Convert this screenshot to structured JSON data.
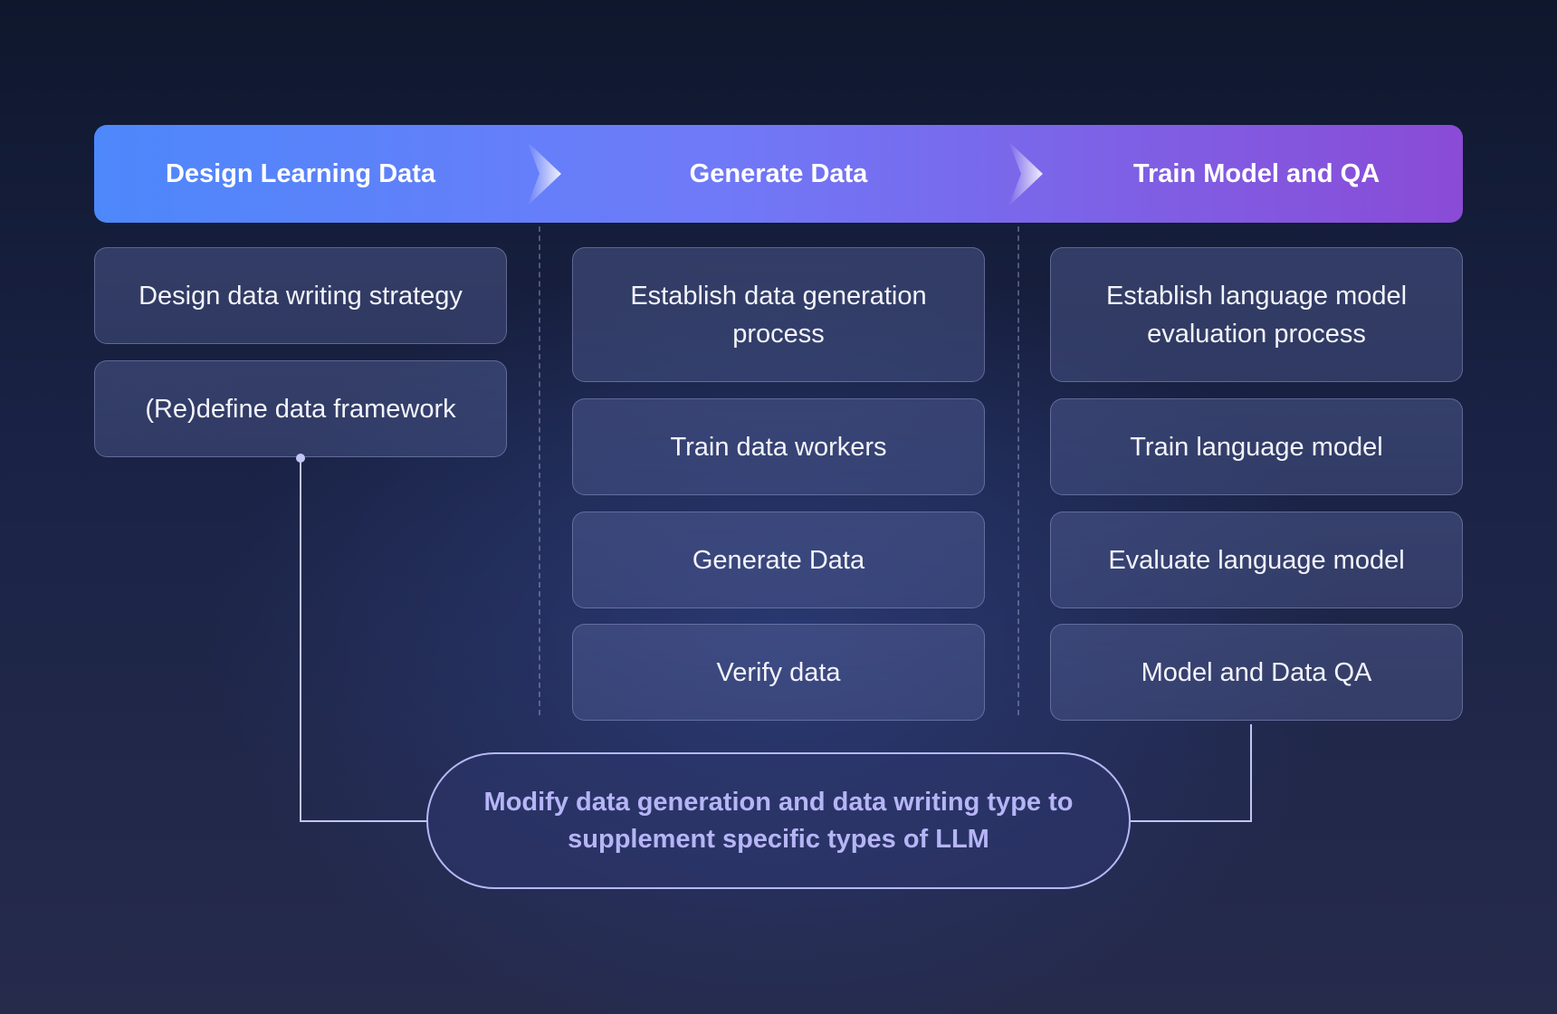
{
  "colors": {
    "header_start": "#4d88fb",
    "header_mid": "#6f7af8",
    "header_end": "#8a4bd6",
    "feedback_text": "#b6b5f7",
    "feedback_border": "#b6b9f4",
    "connector_line": "#c3c5f5"
  },
  "phases": [
    {
      "title": "Design Learning Data",
      "steps": [
        "Design data writing strategy",
        "(Re)define data framework"
      ]
    },
    {
      "title": "Generate Data",
      "steps": [
        "Establish data generation process",
        "Train data workers",
        "Generate Data",
        "Verify data"
      ]
    },
    {
      "title": "Train Model and QA",
      "steps": [
        "Establish language model evaluation process",
        "Train language model",
        "Evaluate language model",
        "Model and Data QA"
      ]
    }
  ],
  "feedback": {
    "text": "Modify data generation and data writing type to supplement specific types of LLM"
  },
  "icons": {
    "phase_arrow": "chevron-right-icon"
  }
}
